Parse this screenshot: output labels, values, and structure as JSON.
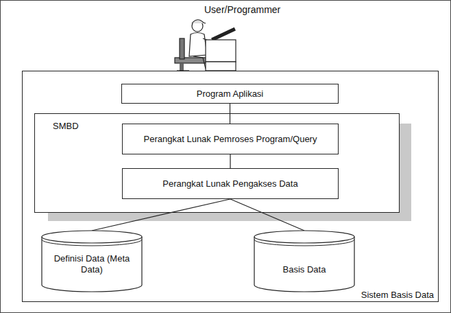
{
  "diagram": {
    "nodes": [
      {
        "text": [
          "Sistem Basis Data"
        ]
      },
      {
        "text": [
          "Program Aplikasi"
        ],
        "in": 0
      },
      {
        "text": [
          "SMBD"
        ],
        "in": 0
      },
      {
        "text": [
          "Perangkat Lunak Pemroses Program/Query"
        ],
        "in": 2
      },
      {
        "text": [
          "Perangkat Lunak Pengakses Data"
        ],
        "in": 2
      },
      {
        "text": [
          "Definisi Data (Meta Data)"
        ],
        "in": 0
      },
      {
        "text": [
          "Basis Data"
        ],
        "in": 0
      }
    ],
    "edges": [
      {
        "from": 1,
        "to": 3,
        "arrow": "none"
      },
      {
        "from": 3,
        "to": 4,
        "arrow": "none"
      },
      {
        "from": 4,
        "to": 5,
        "arrow": "none"
      },
      {
        "from": 4,
        "to": 6,
        "arrow": "none"
      }
    ],
    "labels": [
      "User/Programmer"
    ]
  }
}
